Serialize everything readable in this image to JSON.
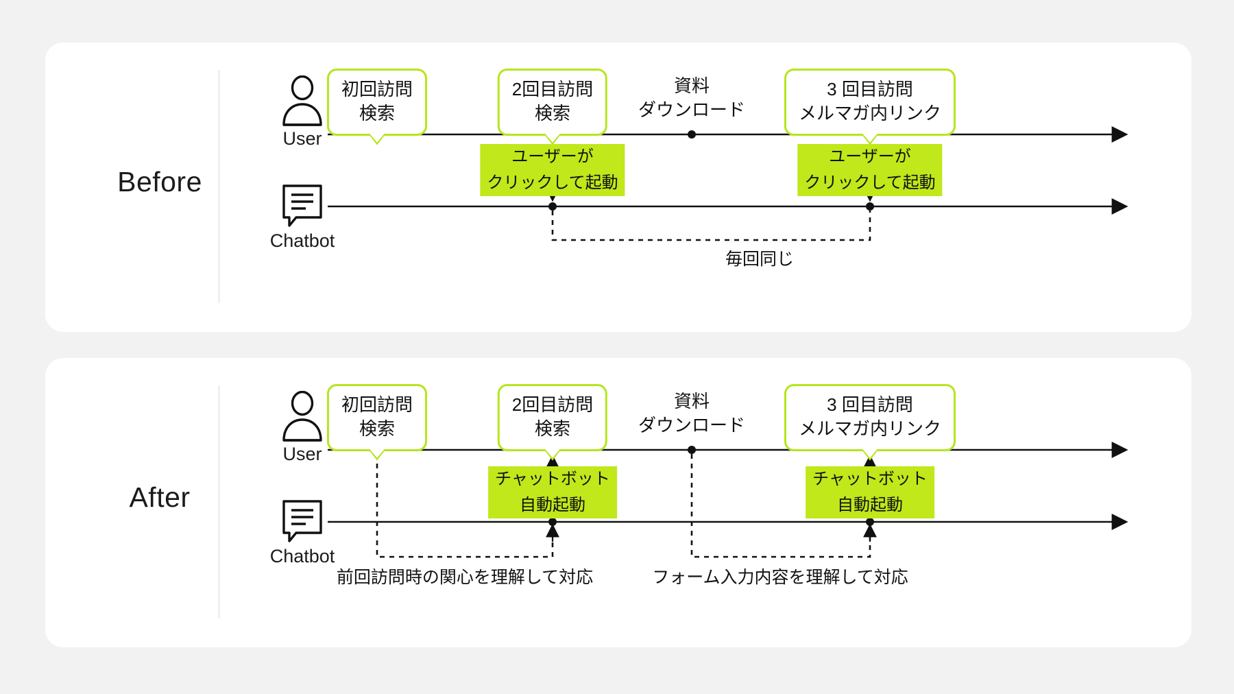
{
  "theme": {
    "background": "#f2f2f2",
    "card_background": "#ffffff",
    "accent_green": "#b5e61d",
    "highlight_green": "#c0e81a",
    "line_color": "#1b1b1b",
    "text_color": "#111111"
  },
  "sections": [
    {
      "id": "before",
      "label": "Before",
      "actors": {
        "user": {
          "label": "User",
          "icon": "person-icon"
        },
        "chatbot": {
          "label": "Chatbot",
          "icon": "chat-message-icon"
        }
      },
      "events": [
        {
          "id": "visit1",
          "kind": "callout",
          "lines": [
            "初回訪問",
            "検索"
          ]
        },
        {
          "id": "visit2",
          "kind": "callout",
          "lines": [
            "2回目訪問",
            "検索"
          ]
        },
        {
          "id": "download",
          "kind": "plain",
          "lines": [
            "資料",
            "ダウンロード"
          ]
        },
        {
          "id": "visit3",
          "kind": "callout",
          "lines": [
            "3 回目訪問",
            "メルマガ内リンク"
          ]
        }
      ],
      "annotations": [
        {
          "id": "click-activate-1",
          "lines": [
            "ユーザーが",
            "クリックして起動"
          ],
          "direction": "down"
        },
        {
          "id": "click-activate-2",
          "lines": [
            "ユーザーが",
            "クリックして起動"
          ],
          "direction": "down"
        }
      ],
      "captions": [
        {
          "id": "same-every-time",
          "text": "毎回同じ"
        }
      ]
    },
    {
      "id": "after",
      "label": "After",
      "actors": {
        "user": {
          "label": "User",
          "icon": "person-icon"
        },
        "chatbot": {
          "label": "Chatbot",
          "icon": "chat-message-icon"
        }
      },
      "events": [
        {
          "id": "visit1",
          "kind": "callout",
          "lines": [
            "初回訪問",
            "検索"
          ]
        },
        {
          "id": "visit2",
          "kind": "callout",
          "lines": [
            "2回目訪問",
            "検索"
          ]
        },
        {
          "id": "download",
          "kind": "plain",
          "lines": [
            "資料",
            "ダウンロード"
          ]
        },
        {
          "id": "visit3",
          "kind": "callout",
          "lines": [
            "3 回目訪問",
            "メルマガ内リンク"
          ]
        }
      ],
      "annotations": [
        {
          "id": "auto-activate-1",
          "lines": [
            "チャットボット",
            "自動起動"
          ],
          "direction": "up"
        },
        {
          "id": "auto-activate-2",
          "lines": [
            "チャットボット",
            "自動起動"
          ],
          "direction": "up"
        }
      ],
      "captions": [
        {
          "id": "prev-visit-interest",
          "text": "前回訪問時の関心を理解して対応"
        },
        {
          "id": "form-input-content",
          "text": "フォーム入力内容を理解して対応"
        }
      ]
    }
  ]
}
